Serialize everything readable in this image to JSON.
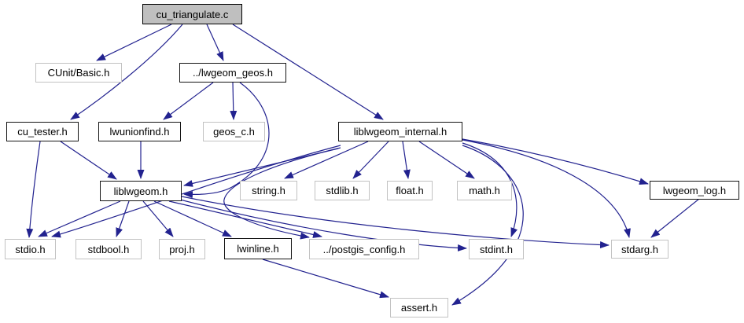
{
  "diagram": {
    "colors": {
      "edge_blue": "#22228f",
      "root_fill": "#bfbfbf",
      "box_fill": "#ffffff",
      "documented_border": "#141414",
      "external_border": "#c2c2c2",
      "text": "#000000"
    },
    "nodes": [
      {
        "id": "cu_triangulate_c",
        "label": "cu_triangulate.c",
        "kind": "root"
      },
      {
        "id": "cunit_basic_h",
        "label": "CUnit/Basic.h",
        "kind": "external"
      },
      {
        "id": "lwgeom_geos_h",
        "label": "../lwgeom_geos.h",
        "kind": "internal"
      },
      {
        "id": "cu_tester_h",
        "label": "cu_tester.h",
        "kind": "internal"
      },
      {
        "id": "lwunionfind_h",
        "label": "lwunionfind.h",
        "kind": "internal"
      },
      {
        "id": "geos_c_h",
        "label": "geos_c.h",
        "kind": "external"
      },
      {
        "id": "liblwgeom_internal_h",
        "label": "liblwgeom_internal.h",
        "kind": "internal"
      },
      {
        "id": "liblwgeom_h",
        "label": "liblwgeom.h",
        "kind": "internal"
      },
      {
        "id": "string_h",
        "label": "string.h",
        "kind": "external"
      },
      {
        "id": "stdlib_h",
        "label": "stdlib.h",
        "kind": "external"
      },
      {
        "id": "float_h",
        "label": "float.h",
        "kind": "external"
      },
      {
        "id": "math_h",
        "label": "math.h",
        "kind": "external"
      },
      {
        "id": "lwgeom_log_h",
        "label": "lwgeom_log.h",
        "kind": "internal"
      },
      {
        "id": "stdio_h",
        "label": "stdio.h",
        "kind": "external"
      },
      {
        "id": "stdbool_h",
        "label": "stdbool.h",
        "kind": "external"
      },
      {
        "id": "proj_h",
        "label": "proj.h",
        "kind": "external"
      },
      {
        "id": "lwinline_h",
        "label": "lwinline.h",
        "kind": "internal"
      },
      {
        "id": "postgis_config_h",
        "label": "../postgis_config.h",
        "kind": "external"
      },
      {
        "id": "stdint_h",
        "label": "stdint.h",
        "kind": "external"
      },
      {
        "id": "stdarg_h",
        "label": "stdarg.h",
        "kind": "external"
      },
      {
        "id": "assert_h",
        "label": "assert.h",
        "kind": "external"
      }
    ],
    "edges": [
      {
        "from": "cu_triangulate_c",
        "to": "cunit_basic_h"
      },
      {
        "from": "cu_triangulate_c",
        "to": "lwgeom_geos_h"
      },
      {
        "from": "cu_triangulate_c",
        "to": "cu_tester_h"
      },
      {
        "from": "cu_triangulate_c",
        "to": "liblwgeom_internal_h"
      },
      {
        "from": "lwgeom_geos_h",
        "to": "lwunionfind_h"
      },
      {
        "from": "lwgeom_geos_h",
        "to": "geos_c_h"
      },
      {
        "from": "lwgeom_geos_h",
        "to": "liblwgeom_h"
      },
      {
        "from": "cu_tester_h",
        "to": "stdio_h"
      },
      {
        "from": "cu_tester_h",
        "to": "liblwgeom_h"
      },
      {
        "from": "lwunionfind_h",
        "to": "liblwgeom_h"
      },
      {
        "from": "liblwgeom_internal_h",
        "to": "liblwgeom_h"
      },
      {
        "from": "liblwgeom_internal_h",
        "to": "string_h"
      },
      {
        "from": "liblwgeom_internal_h",
        "to": "stdlib_h"
      },
      {
        "from": "liblwgeom_internal_h",
        "to": "float_h"
      },
      {
        "from": "liblwgeom_internal_h",
        "to": "math_h"
      },
      {
        "from": "liblwgeom_internal_h",
        "to": "lwgeom_log_h"
      },
      {
        "from": "liblwgeom_internal_h",
        "to": "stdio_h"
      },
      {
        "from": "liblwgeom_internal_h",
        "to": "stdint_h"
      },
      {
        "from": "liblwgeom_internal_h",
        "to": "stdarg_h"
      },
      {
        "from": "liblwgeom_internal_h",
        "to": "assert_h"
      },
      {
        "from": "liblwgeom_internal_h",
        "to": "postgis_config_h"
      },
      {
        "from": "lwgeom_log_h",
        "to": "stdarg_h"
      },
      {
        "from": "liblwgeom_h",
        "to": "stdio_h"
      },
      {
        "from": "liblwgeom_h",
        "to": "stdbool_h"
      },
      {
        "from": "liblwgeom_h",
        "to": "proj_h"
      },
      {
        "from": "liblwgeom_h",
        "to": "lwinline_h"
      },
      {
        "from": "liblwgeom_h",
        "to": "postgis_config_h"
      },
      {
        "from": "liblwgeom_h",
        "to": "stdint_h"
      },
      {
        "from": "liblwgeom_h",
        "to": "stdarg_h"
      },
      {
        "from": "lwinline_h",
        "to": "assert_h"
      }
    ]
  }
}
